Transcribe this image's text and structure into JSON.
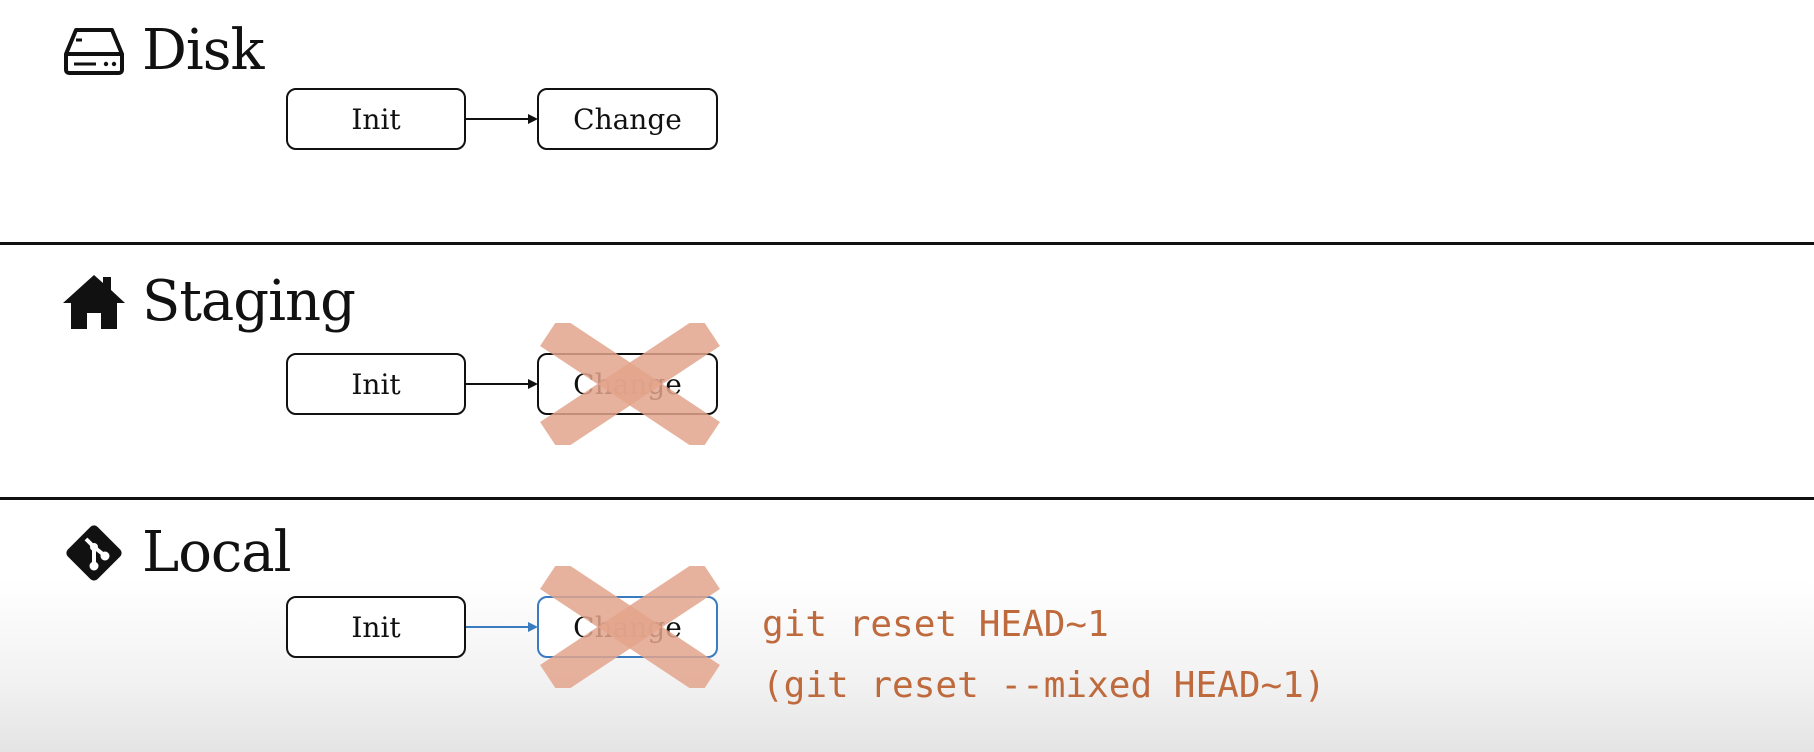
{
  "colors": {
    "cross": "#e3a58c",
    "command": "#bf6a3d",
    "highlight_arrow": "#3b7bbf"
  },
  "sections": [
    {
      "icon": "hard-drive-icon",
      "title": "Disk",
      "nodes": [
        "Init",
        "Change"
      ],
      "change_crossed": false
    },
    {
      "icon": "home-icon",
      "title": "Staging",
      "nodes": [
        "Init",
        "Change"
      ],
      "change_crossed": true
    },
    {
      "icon": "git-icon",
      "title": "Local",
      "nodes": [
        "Init",
        "Change"
      ],
      "change_crossed": true,
      "highlighted": true
    }
  ],
  "commands": [
    "git reset HEAD~1",
    "(git reset --mixed HEAD~1)"
  ]
}
